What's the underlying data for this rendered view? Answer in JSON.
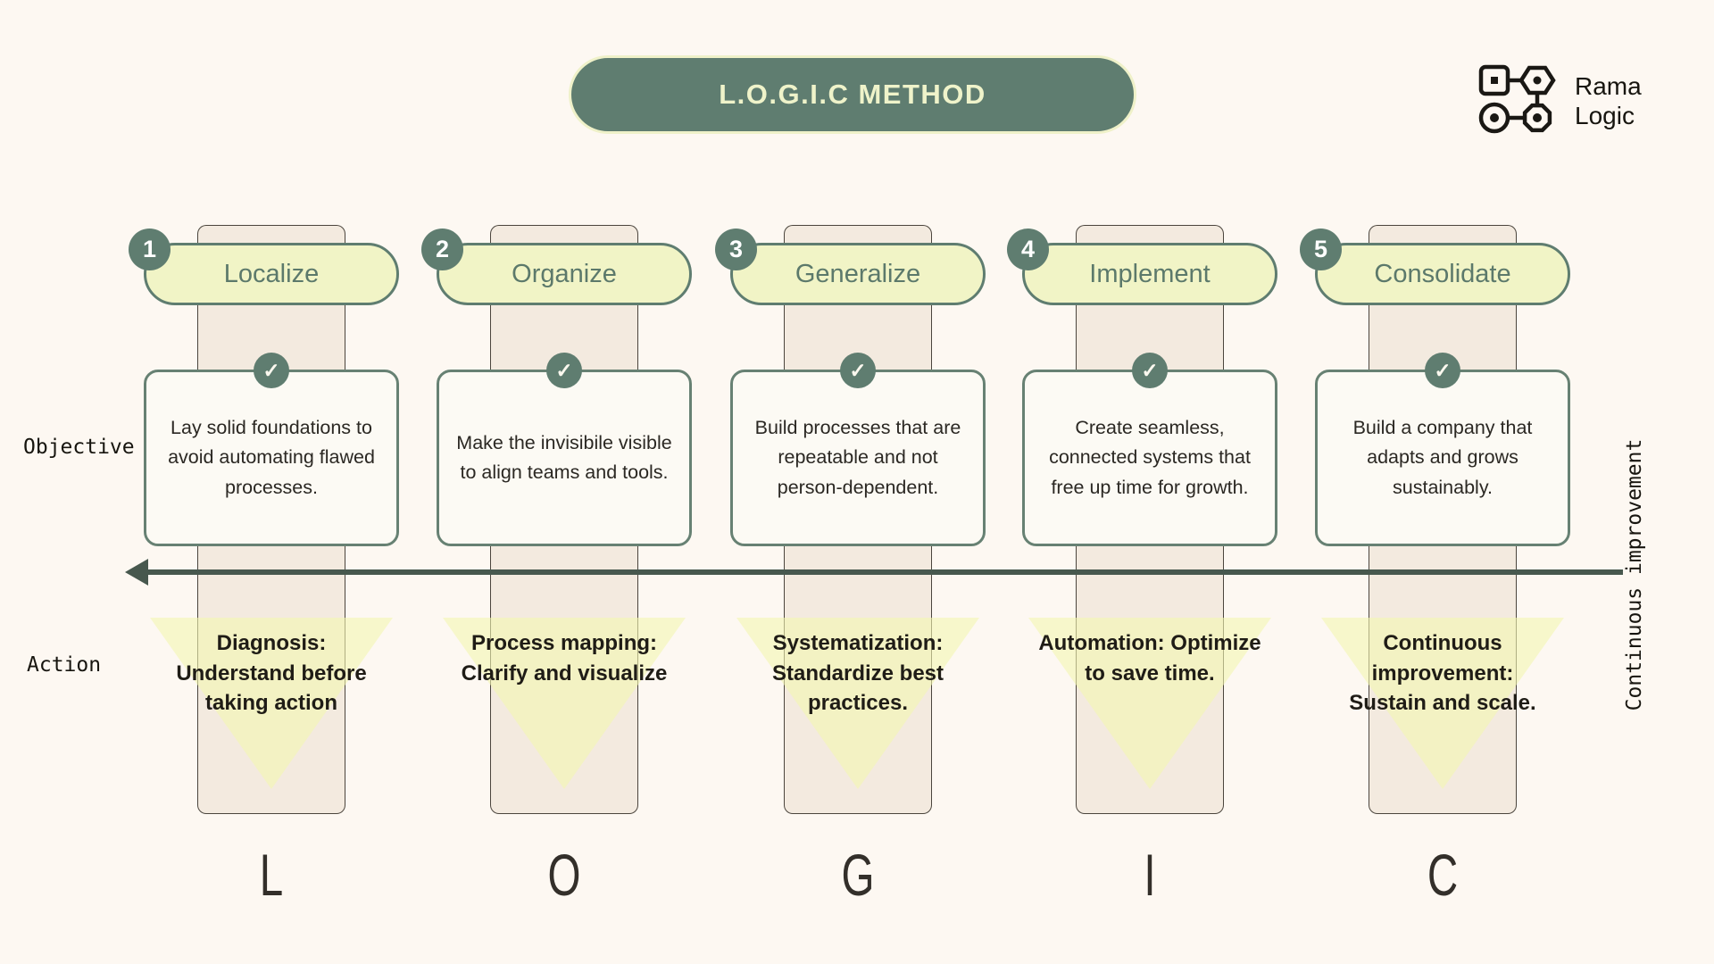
{
  "title": "L.O.G.I.C METHOD",
  "brand": {
    "line1": "Rama",
    "line2": "Logic"
  },
  "row_labels": {
    "objective": "Objective",
    "action": "Action"
  },
  "arrow_label": "Continuous improvement",
  "columns": [
    {
      "number": "1",
      "name": "Localize",
      "objective": "Lay solid foundations to avoid automating flawed processes.",
      "action": "Diagnosis: Understand before taking action",
      "letter": "L"
    },
    {
      "number": "2",
      "name": "Organize",
      "objective": "Make the invisibile visible to align teams and tools.",
      "action": "Process mapping: Clarify and visualize",
      "letter": "O"
    },
    {
      "number": "3",
      "name": "Generalize",
      "objective": "Build processes that are repeatable and not person-dependent.",
      "action": "Systematization: Standardize best practices.",
      "letter": "G"
    },
    {
      "number": "4",
      "name": "Implement",
      "objective": "Create seamless, connected systems that free up time for growth.",
      "action": "Automation: Optimize to save time.",
      "letter": "I"
    },
    {
      "number": "5",
      "name": "Consolidate",
      "objective": "Build a company that adapts and grows sustainably.",
      "action": "Continuous improvement: Sustain and scale.",
      "letter": "C"
    }
  ],
  "icons": {
    "check": "✓"
  },
  "colors": {
    "background": "#FDF8F2",
    "accent_sage": "#5F7D70",
    "pill_yellow": "#F1F4C6",
    "column_beige": "#F3EADF",
    "triangle_yellow": "#F3F6B1",
    "title_text": "#EFF3CA",
    "arrow": "#47584E"
  }
}
